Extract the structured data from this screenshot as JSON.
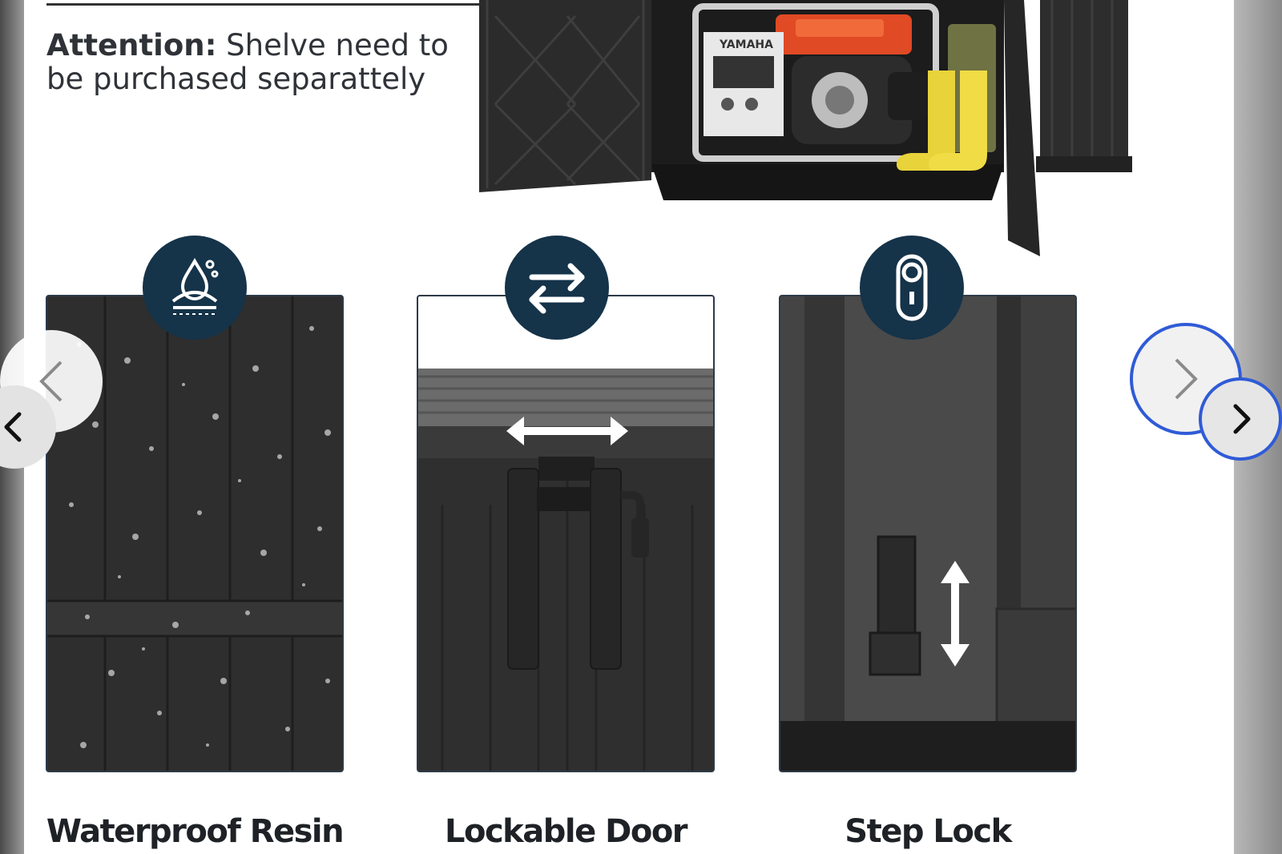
{
  "product_image": {
    "attention_label": "Attention:",
    "attention_text": "Shelve need to be purchased separattely",
    "generator_brand": "YAMAHA"
  },
  "features": [
    {
      "icon": "waterproof-icon",
      "caption": "Waterproof Resin"
    },
    {
      "icon": "swap-arrows-icon",
      "caption": "Lockable Door"
    },
    {
      "icon": "switch-icon",
      "caption": "Step Lock"
    }
  ],
  "carousel": {
    "previous_icon": "chevron-left-icon",
    "next_icon": "chevron-right-icon"
  },
  "colors": {
    "badge": "#153349",
    "focus_ring": "#2f5bd6",
    "boot_yellow": "#e8d33a"
  }
}
